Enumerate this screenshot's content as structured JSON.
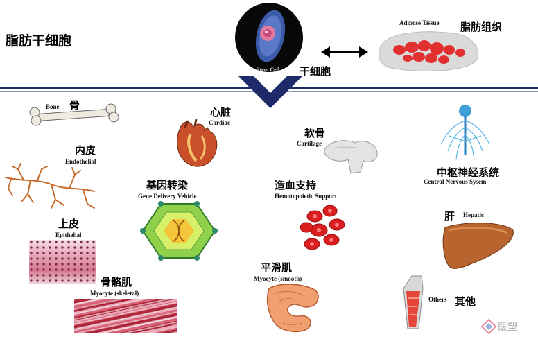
{
  "title": "脂肪干细胞",
  "stem_cell": {
    "en": "Stem Cell",
    "cn": "干细胞"
  },
  "adipose": {
    "en": "Adipose Tissue",
    "cn": "脂肪组织"
  },
  "items": {
    "bone": {
      "en": "Bone",
      "cn": "骨"
    },
    "cardiac": {
      "cn": "心脏",
      "en": "Cardiac"
    },
    "cartilage": {
      "cn": "软骨",
      "en": "Cartilage"
    },
    "endothelial": {
      "cn": "内皮",
      "en": "Endothelial"
    },
    "cns": {
      "cn": "中枢神经系统",
      "en": "Central Nervous Sysem"
    },
    "gene": {
      "cn": "基因转染",
      "en": "Gene Delivery Vehicle"
    },
    "hemato": {
      "cn": "造血支持",
      "en": "Hemotopoietic Support"
    },
    "hepatic": {
      "cn": "肝",
      "en": "Hepatic"
    },
    "epithelial": {
      "cn": "上皮",
      "en": "Epithelial"
    },
    "smooth": {
      "cn": "平滑肌",
      "en": "Myocyte (smooth)"
    },
    "skeletal": {
      "cn": "骨骼肌",
      "en": "Myocyte (skeletal)"
    },
    "others": {
      "en": "Others",
      "cn": "其他"
    }
  },
  "watermark": "医塑",
  "colors": {
    "navy": "#1f2a6b",
    "blood": "#d81e1e",
    "fat": "#e23030"
  }
}
